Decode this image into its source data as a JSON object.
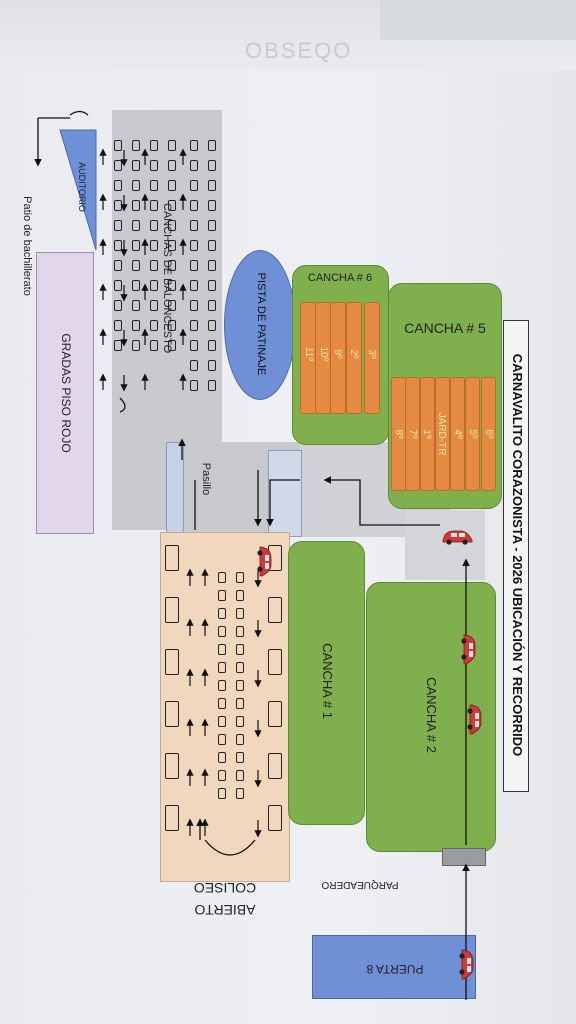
{
  "title": "CARNAVALITO CORAZONISTA - 2026 UBICACIÓN Y RECORRIDO",
  "ghost_text": "OBSEQO",
  "zones": {
    "cancha6": "CANCHA # 6",
    "cancha5": "CANCHA # 5",
    "cancha1": "CANCHA # 1",
    "cancha2": "CANCHA # 2",
    "pista": "PISTA DE PATINAJE",
    "baloncesto": "CANCHAS DE BALONCESTO",
    "gradas": "GRADAS PISO ROJO",
    "auditorio": "AUDITORIO",
    "patio": "Patio de bachillerato",
    "pasillo": "Pasillo",
    "parqueadero": "PARQUEADERO",
    "coliseo_1": "COLISEO",
    "coliseo_2": "ABIERTO",
    "puerta8": "PUERTA 8"
  },
  "rows6": [
    "3º",
    "2º",
    "9º",
    "10º",
    "11º"
  ],
  "rows5": [
    "6º",
    "5º",
    "4º",
    "JARD-TR",
    "1º",
    "7º",
    "8º"
  ],
  "colors": {
    "green": "#7fb04d",
    "orange": "#e58a43",
    "blue": "#6f8fd6",
    "peach": "#f1d7bd",
    "gray": "#c7c9cc",
    "lavender": "#e2d7ea",
    "car": "#d23a3a"
  },
  "icons": [
    "car-icon",
    "arrow-icon"
  ]
}
